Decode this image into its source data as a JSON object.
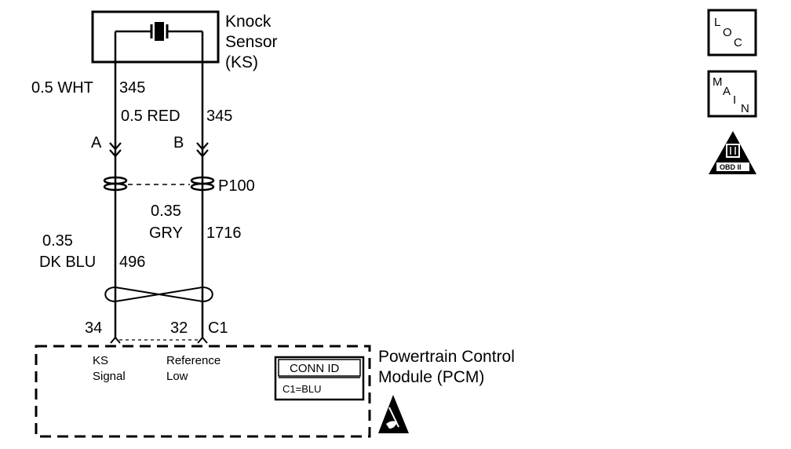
{
  "sensor": {
    "name_line1": "Knock",
    "name_line2": "Sensor",
    "name_line3": "(KS)"
  },
  "wires": {
    "wire_a": {
      "size": "0.5 WHT",
      "circuit": "345"
    },
    "wire_b": {
      "size": "0.5 RED",
      "circuit": "345"
    },
    "ks_signal": {
      "size": "0.35",
      "color": "DK BLU",
      "circuit": "496"
    },
    "ref_low": {
      "size": "0.35",
      "color": "GRY",
      "circuit": "1716"
    }
  },
  "connector_pins": {
    "a": "A",
    "b": "B"
  },
  "inline_connector": {
    "id": "P100"
  },
  "pcm_pins": {
    "ks_signal": "34",
    "ref_low": "32",
    "connector": "C1"
  },
  "pcm": {
    "title_line1": "Powertrain Control",
    "title_line2": "Module (PCM)",
    "ks_label_line1": "KS",
    "ks_label_line2": "Signal",
    "ref_label_line1": "Reference",
    "ref_label_line2": "Low",
    "conn_id_header": "CONN ID",
    "conn_id_value": "C1=BLU"
  },
  "side_icons": {
    "loc": {
      "l": "L",
      "o": "O",
      "c": "C"
    },
    "main": {
      "m": "M",
      "a": "A",
      "i": "I",
      "n": "N"
    },
    "obd": {
      "text": "OBD II"
    }
  },
  "icons": [
    "sensor-symbol-icon",
    "twisted-pair-icon",
    "esd-warning-icon",
    "loc-icon",
    "main-icon",
    "obd-ii-icon"
  ]
}
